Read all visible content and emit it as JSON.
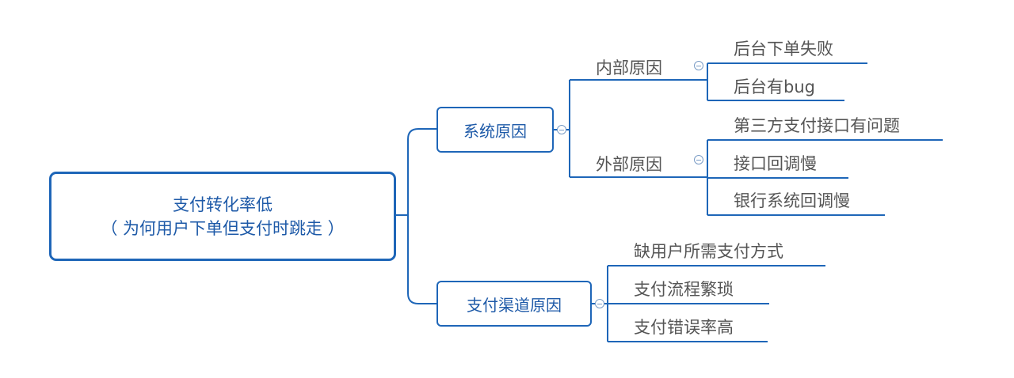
{
  "root": {
    "line1": "支付转化率低",
    "line2": "（ 为何用户下单但支付时跳走 ）"
  },
  "branches": {
    "system": {
      "label": "系统原因",
      "internal": {
        "label": "内部原因",
        "items": [
          "后台下单失败",
          "后台有bug"
        ]
      },
      "external": {
        "label": "外部原因",
        "items": [
          "第三方支付接口有问题",
          "接口回调慢",
          "银行系统回调慢"
        ]
      }
    },
    "channel": {
      "label": "支付渠道原因",
      "items": [
        "缺用户所需支付方式",
        "支付流程繁琐",
        "支付错误率高"
      ]
    }
  },
  "colors": {
    "line": "#1e66b8",
    "text_blue": "#1e5aa8",
    "text_gray": "#555555"
  }
}
